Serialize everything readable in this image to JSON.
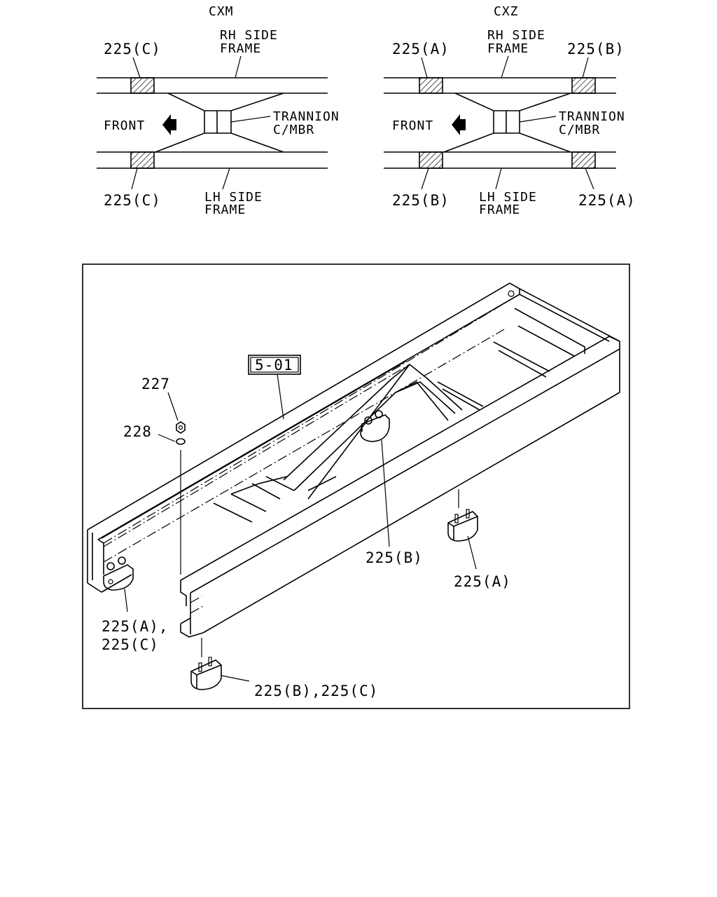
{
  "top_diagrams": [
    {
      "title": "CXM",
      "rh_side_frame": [
        "RH SIDE",
        "FRAME"
      ],
      "lh_side_frame": [
        "LH SIDE",
        "FRAME"
      ],
      "front": "FRONT",
      "trannion": [
        "TRANNION",
        "C/MBR"
      ],
      "top_left_callout": "225(C)",
      "bottom_left_callout": "225(C)"
    },
    {
      "title": "CXZ",
      "rh_side_frame": [
        "RH SIDE",
        "FRAME"
      ],
      "lh_side_frame": [
        "LH SIDE",
        "FRAME"
      ],
      "front": "FRONT",
      "trannion": [
        "TRANNION",
        "C/MBR"
      ],
      "top_left_callout": "225(A)",
      "top_right_callout": "225(B)",
      "bottom_left_callout": "225(B)",
      "bottom_right_callout": "225(A)"
    }
  ],
  "main_diagram": {
    "ref_box": "5-01",
    "callouts": {
      "nut": "227",
      "washer": "228",
      "mount_mid": "225(B)",
      "mount_right": "225(A)",
      "mount_left_line1": "225(A),",
      "mount_left_line2": "225(C)",
      "mount_bottom": "225(B),225(C)"
    }
  }
}
